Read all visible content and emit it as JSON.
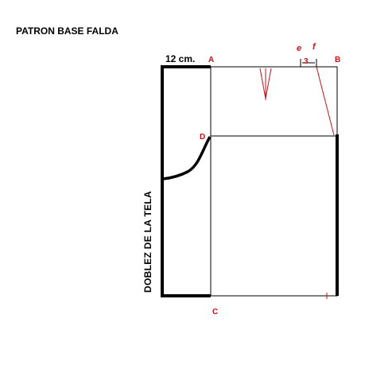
{
  "title": "PATRON BASE FALDA",
  "measure_label": "12 cm.",
  "fold_label": "DOBLEZ DE LA TELA",
  "points": {
    "A": "A",
    "B": "B",
    "C": "C",
    "D": "D",
    "e": "e",
    "f": "f",
    "three": "3"
  },
  "colors": {
    "line": "#000000",
    "accent": "#c0141c"
  }
}
